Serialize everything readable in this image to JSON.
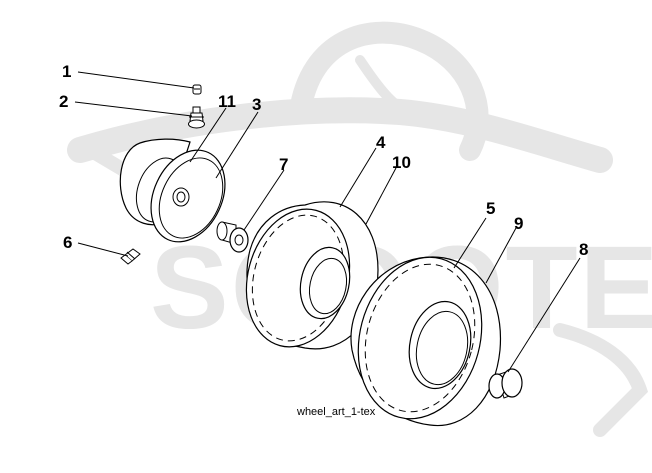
{
  "diagram": {
    "caption": "wheel_art_1-tex",
    "watermark": "SCOOTER",
    "callouts": [
      {
        "id": "1",
        "label": "1"
      },
      {
        "id": "2",
        "label": "2"
      },
      {
        "id": "11",
        "label": "11"
      },
      {
        "id": "3",
        "label": "3"
      },
      {
        "id": "7",
        "label": "7"
      },
      {
        "id": "4",
        "label": "4"
      },
      {
        "id": "10",
        "label": "10"
      },
      {
        "id": "6",
        "label": "6"
      },
      {
        "id": "5",
        "label": "5"
      },
      {
        "id": "9",
        "label": "9"
      },
      {
        "id": "8",
        "label": "8"
      }
    ]
  }
}
